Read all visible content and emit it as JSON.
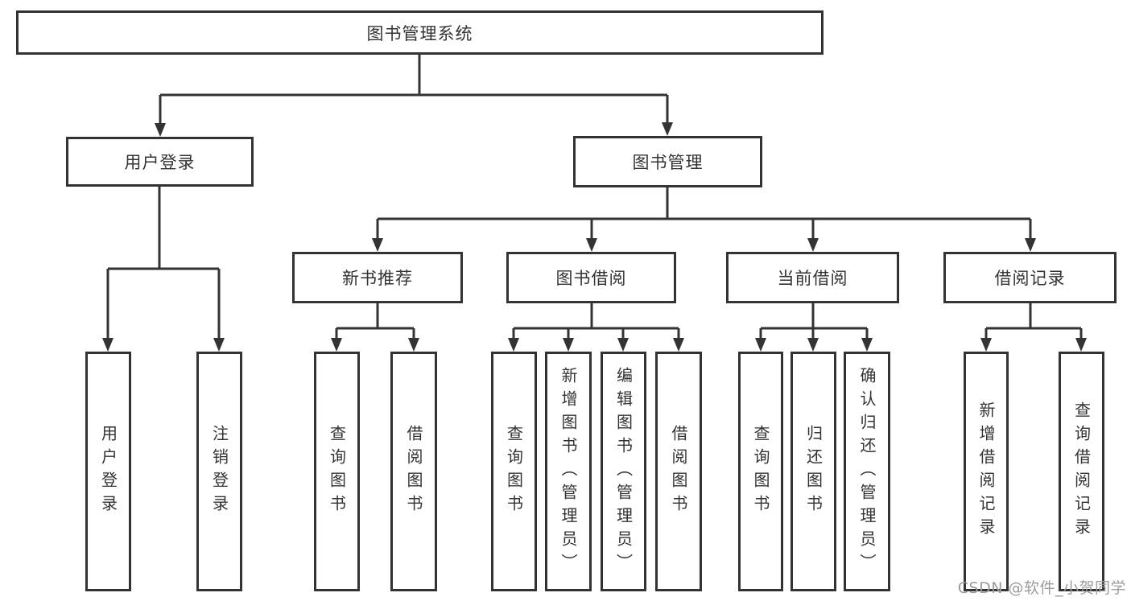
{
  "nodes": {
    "root": "图书管理系统",
    "user_login_group": "用户登录",
    "book_management_group": "图书管理",
    "new_book_recommend": "新书推荐",
    "book_borrowing": "图书借阅",
    "current_borrowing": "当前借阅",
    "borrowing_records": "借阅记录",
    "leaf_user_login": "用户登录",
    "leaf_logout": "注销登录",
    "leaf_query_book_recommend": "查询图书",
    "leaf_borrow_book_recommend": "借阅图书",
    "leaf_query_book_borrowing": "查询图书",
    "leaf_add_book_admin": "新增图书（管理员）",
    "leaf_edit_book_admin": "编辑图书（管理员）",
    "leaf_borrow_book_borrowing": "借阅图书",
    "leaf_query_book_current": "查询图书",
    "leaf_return_book": "归还图书",
    "leaf_confirm_return_admin": "确认归还（管理员）",
    "leaf_add_borrow_record": "新增借阅记录",
    "leaf_query_borrow_record": "查询借阅记录"
  },
  "watermark": "CSDN @软件_小贺同学",
  "colors": {
    "line": "#333333",
    "text": "#333333",
    "box_background": "#ffffff",
    "watermark": "#9c9c9c"
  }
}
